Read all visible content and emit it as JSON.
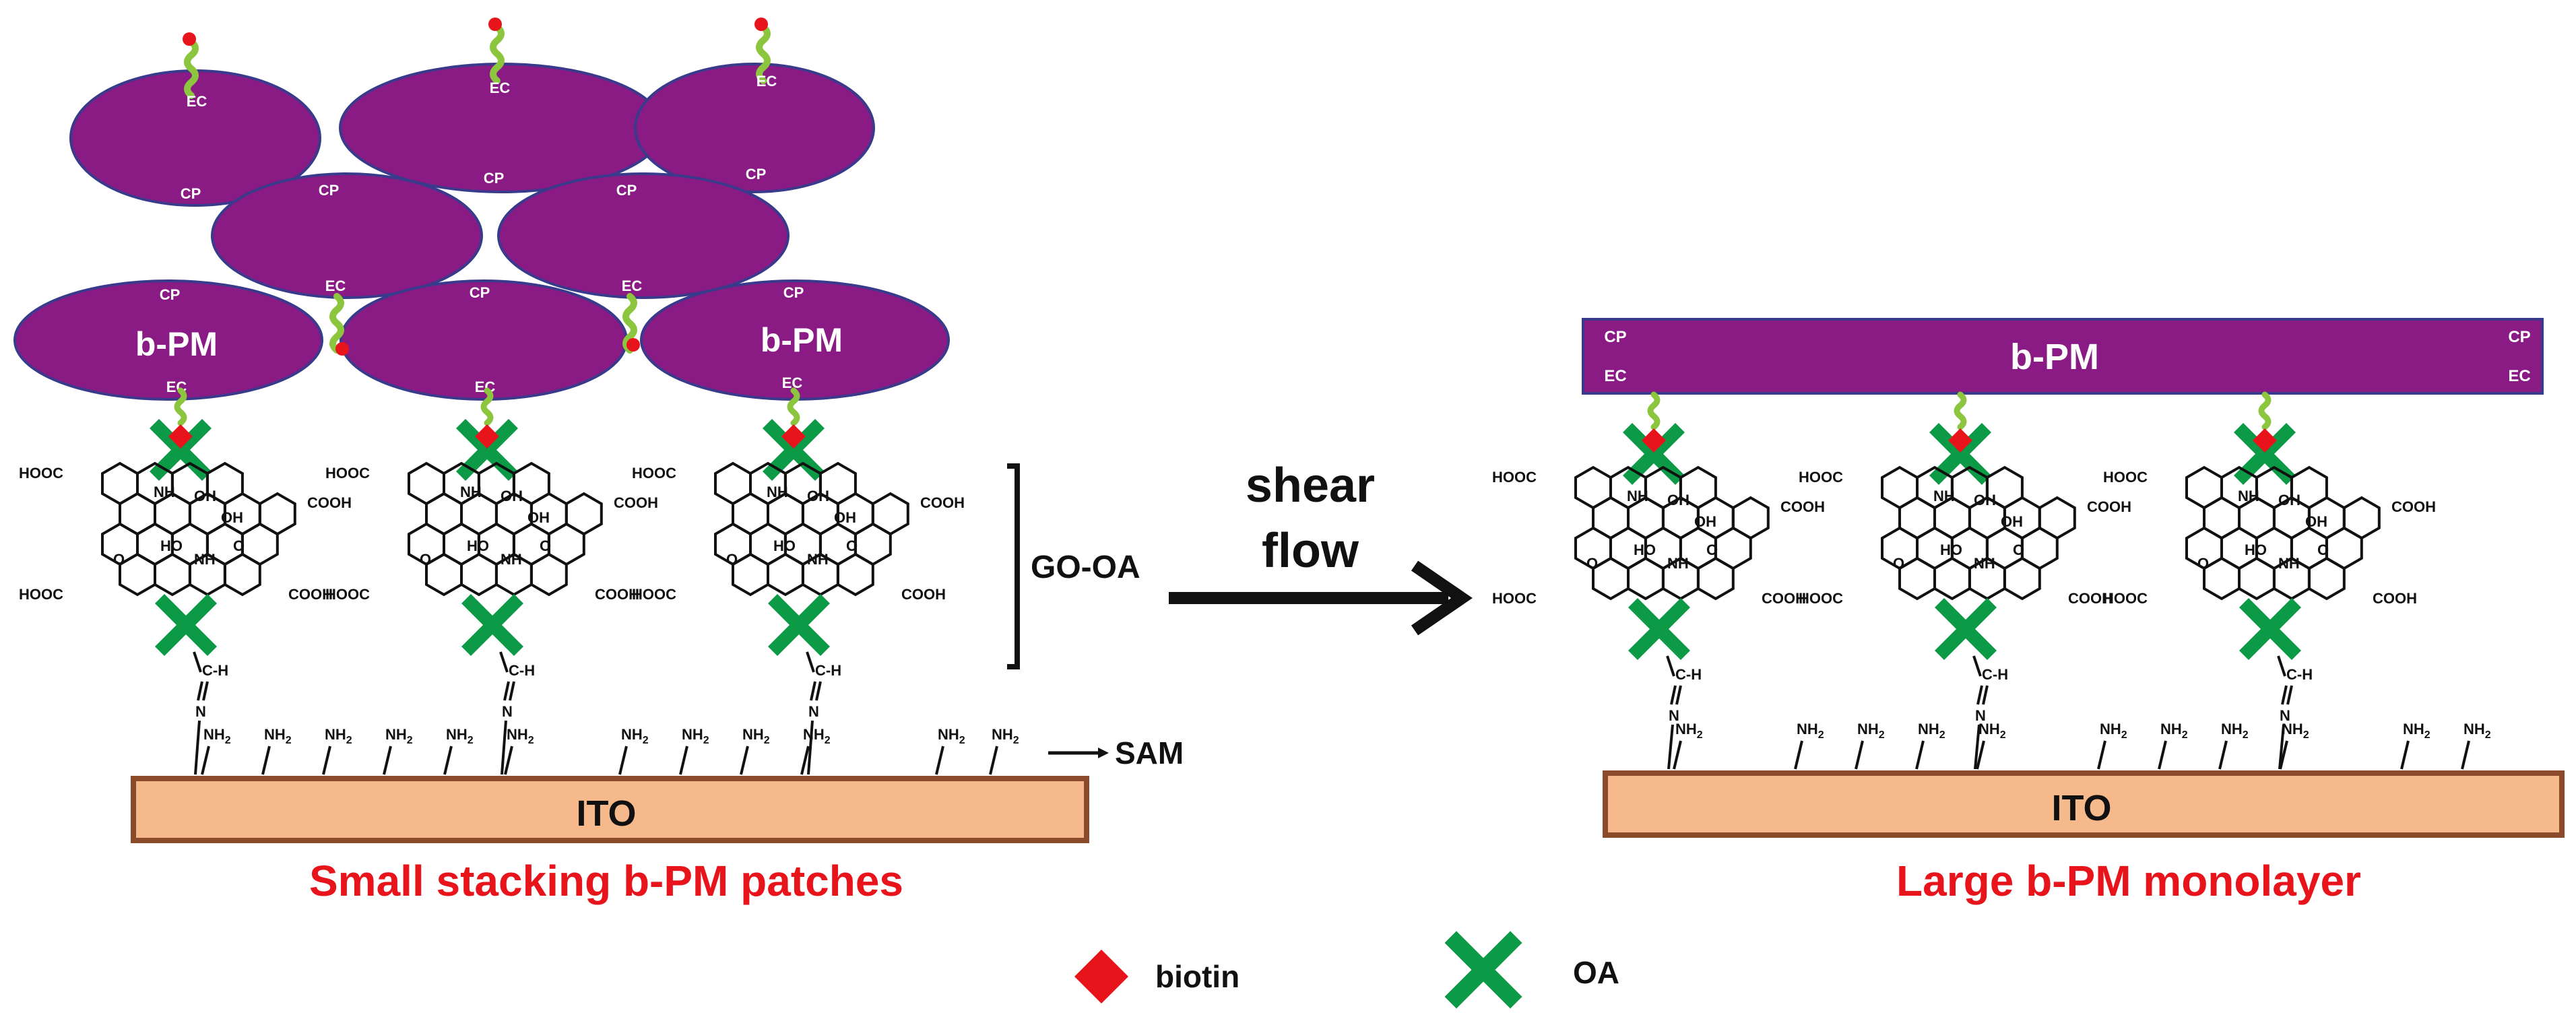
{
  "colors": {
    "membrane": "#8a1a84",
    "membrane_edge": "#3a3a8c",
    "ito_fill": "#f6b98b",
    "ito_edge": "#8b4a2a",
    "caption": "#e8141c",
    "biotin": "#e8141c",
    "oa": "#0c9a46",
    "linker": "#8cc63f",
    "text": "#111111"
  },
  "membrane_labels": {
    "ec": "EC",
    "cp": "CP",
    "name": "b-PM"
  },
  "go_oa_label": "GO-OA",
  "chem_labels": {
    "hooc": "HOOC",
    "cooh": "COOH",
    "oh": "OH",
    "ho": "HO",
    "nh": "NH",
    "o": "O",
    "ch": "C-H",
    "n": "N",
    "nh2": "NH",
    "nh2_sub": "2"
  },
  "sam_label": "SAM",
  "ito_label": "ITO",
  "arrow": {
    "line1": "shear",
    "line2": "flow"
  },
  "left_caption": "Small stacking b-PM patches",
  "right_caption": "Large b-PM monolayer",
  "legend": {
    "biotin": "biotin",
    "oa": "OA"
  }
}
